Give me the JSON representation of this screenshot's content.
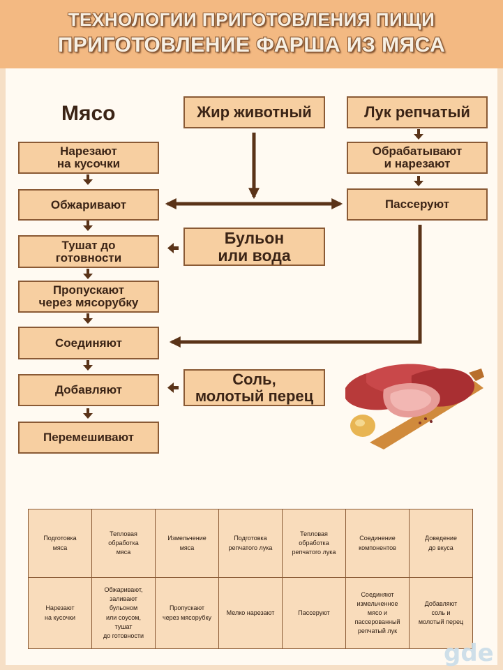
{
  "header": {
    "line1": "ТЕХНОЛОГИИ ПРИГОТОВЛЕНИЯ ПИЩИ",
    "line2": "ПРИГОТОВЛЕНИЕ ФАРША ИЗ МЯСА"
  },
  "diagram": {
    "meat_title": "Мясо",
    "fat": "Жир животный",
    "onion": "Лук репчатый",
    "meat_steps": [
      "Нарезают\nна кусочки",
      "Обжаривают",
      "Тушат до\nготовности",
      "Пропускают\nчерез мясорубку",
      "Соединяют",
      "Добавляют",
      "Перемешивают"
    ],
    "onion_steps": [
      "Обрабатывают\nи нарезают",
      "Пассеруют"
    ],
    "broth": "Бульон\nили вода",
    "salt": "Соль,\nмолотый перец"
  },
  "table": {
    "headers": [
      "Подготовка\nмяса",
      "Тепловая\nобработка\nмяса",
      "Измельчение\nмяса",
      "Подготовка\nрепчатого лука",
      "Тепловая\nобработка\nрепчатого лука",
      "Соединение\nкомпонентов",
      "Доведение\nдо вкуса"
    ],
    "cells": [
      "Нарезают\nна кусочки",
      "Обжаривают,\nзаливают\nбульоном\nили соусом,\nтушат\nдо готовности",
      "Пропускают\nчерез мясорубку",
      "Мелко нарезают",
      "Пассеруют",
      "Соединяют\nизмельченное\nмясо и\nпассерованный\nрепчатый лук",
      "Добавляют\nсоль и\nмолотый перец"
    ]
  },
  "watermark": "gde",
  "colors": {
    "header_bg": "#f3b982",
    "box_fill": "#f7cfa1",
    "box_border": "#8a5a35",
    "arrow": "#5a3318"
  }
}
